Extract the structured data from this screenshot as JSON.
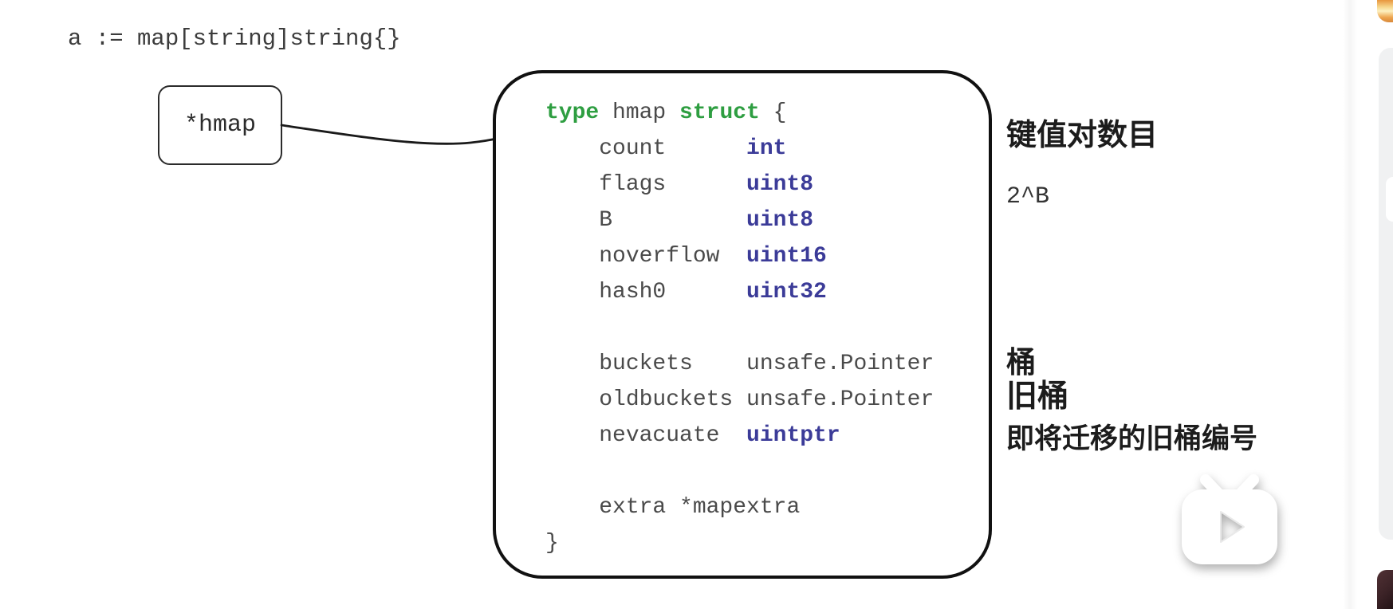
{
  "declaration": "a := map[string]string{}",
  "pointer_box": {
    "label": "*hmap"
  },
  "struct_box": {
    "code_lines": [
      [
        {
          "text": "type",
          "style": "keyword"
        },
        {
          "text": " hmap ",
          "style": "plain"
        },
        {
          "text": "struct",
          "style": "keyword"
        },
        {
          "text": " {",
          "style": "plain"
        }
      ],
      [
        {
          "text": "    count      ",
          "style": "plain"
        },
        {
          "text": "int",
          "style": "type"
        }
      ],
      [
        {
          "text": "    flags      ",
          "style": "plain"
        },
        {
          "text": "uint8",
          "style": "type"
        }
      ],
      [
        {
          "text": "    B          ",
          "style": "plain"
        },
        {
          "text": "uint8",
          "style": "type"
        }
      ],
      [
        {
          "text": "    noverflow  ",
          "style": "plain"
        },
        {
          "text": "uint16",
          "style": "type"
        }
      ],
      [
        {
          "text": "    hash0      ",
          "style": "plain"
        },
        {
          "text": "uint32",
          "style": "type"
        }
      ],
      [],
      [
        {
          "text": "    buckets    unsafe.Pointer",
          "style": "plain"
        }
      ],
      [
        {
          "text": "    oldbuckets unsafe.Pointer",
          "style": "plain"
        }
      ],
      [
        {
          "text": "    nevacuate  ",
          "style": "plain"
        },
        {
          "text": "uintptr",
          "style": "type"
        }
      ],
      [],
      [
        {
          "text": "    extra *mapextra",
          "style": "plain"
        }
      ],
      [
        {
          "text": "}",
          "style": "plain"
        }
      ]
    ]
  },
  "annotations": [
    {
      "field": "count",
      "text": "键值对数目"
    },
    {
      "field": "B",
      "text": "2^B"
    },
    {
      "field": "buckets",
      "text": "桶"
    },
    {
      "field": "oldbuckets",
      "text": "旧桶"
    },
    {
      "field": "nevacuate",
      "text": "即将迁移的旧桶编号"
    }
  ],
  "watermark": {
    "icon": "bilibili-tv-play-icon"
  },
  "colors": {
    "keyword-green": "#2e9e41",
    "type-blue": "#3b3b98",
    "code-gray": "#4a4a4a",
    "ink": "#1c1c1c",
    "rail-card-gray": "#f0f1f2",
    "rail-avatar-orange": "#eda54e",
    "rail-thumb-maroon": "#3c2327"
  }
}
